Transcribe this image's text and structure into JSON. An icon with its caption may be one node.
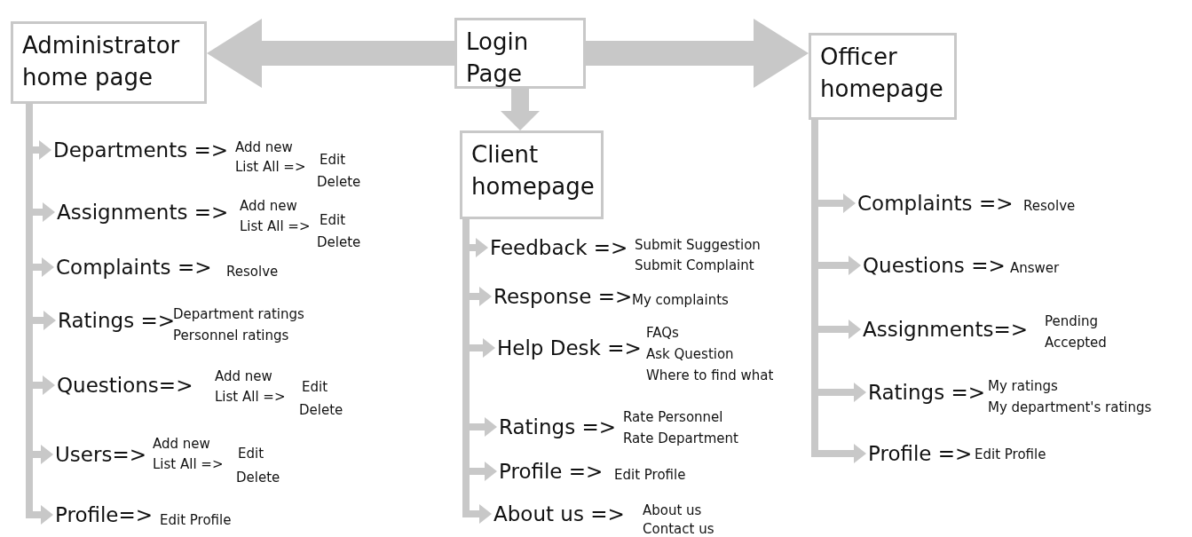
{
  "diagram": {
    "nodes": [
      {
        "text": [
          "Administrator home page"
        ]
      },
      {
        "text": [
          "Login Page"
        ]
      },
      {
        "text": [
          "Officer homepage"
        ]
      },
      {
        "text": [
          "Client homepage"
        ]
      },
      {
        "text": [
          "Departments =>"
        ],
        "beside": [
          "Add new",
          "List All =>",
          "Edit",
          "Delete"
        ]
      },
      {
        "text": [
          "Assignments =>"
        ],
        "beside": [
          "Add new",
          "List All =>",
          "Edit",
          "Delete"
        ]
      },
      {
        "text": [
          "Complaints =>"
        ],
        "beside": [
          "Resolve"
        ]
      },
      {
        "text": [
          "Ratings =>"
        ],
        "beside": [
          "Department ratings",
          "Personnel ratings"
        ]
      },
      {
        "text": [
          "Questions=>"
        ],
        "beside": [
          "Add new",
          "List All =>",
          "Edit",
          "Delete"
        ]
      },
      {
        "text": [
          "Users=>"
        ],
        "beside": [
          "Add new",
          "List All =>",
          "Edit",
          "Delete"
        ]
      },
      {
        "text": [
          "Profile=>"
        ],
        "beside": [
          "Edit Profile"
        ]
      },
      {
        "text": [
          "Feedback =>"
        ],
        "beside": [
          "Submit Suggestion",
          "Submit Complaint"
        ]
      },
      {
        "text": [
          "Response =>"
        ],
        "beside": [
          "My complaints"
        ]
      },
      {
        "text": [
          "Help Desk =>"
        ],
        "beside": [
          "FAQs",
          "Ask Question",
          "Where to find what"
        ]
      },
      {
        "text": [
          "Ratings =>"
        ],
        "beside": [
          "Rate Personnel",
          "Rate Department"
        ]
      },
      {
        "text": [
          "Profile =>"
        ],
        "beside": [
          "Edit Profile"
        ]
      },
      {
        "text": [
          "About us =>"
        ],
        "beside": [
          "About us",
          "Contact us"
        ]
      },
      {
        "text": [
          "Complaints =>"
        ],
        "beside": [
          "Resolve"
        ]
      },
      {
        "text": [
          "Questions =>"
        ],
        "beside": [
          "Answer"
        ]
      },
      {
        "text": [
          "Assignments=>"
        ],
        "beside": [
          "Pending",
          "Accepted"
        ]
      },
      {
        "text": [
          "Ratings =>"
        ],
        "beside": [
          "My ratings",
          "My department's ratings"
        ]
      },
      {
        "text": [
          "Profile =>"
        ],
        "beside": [
          "Edit Profile"
        ]
      }
    ],
    "edges": [
      {
        "from": 1,
        "to": 0,
        "arrow": "to",
        "style": "thick"
      },
      {
        "from": 1,
        "to": 2,
        "arrow": "to",
        "style": "thick"
      },
      {
        "from": 1,
        "to": 3,
        "arrow": "to",
        "style": "thick"
      },
      {
        "from": 0,
        "to": 4,
        "arrow": "to"
      },
      {
        "from": 0,
        "to": 5,
        "arrow": "to"
      },
      {
        "from": 0,
        "to": 6,
        "arrow": "to"
      },
      {
        "from": 0,
        "to": 7,
        "arrow": "to"
      },
      {
        "from": 0,
        "to": 8,
        "arrow": "to"
      },
      {
        "from": 0,
        "to": 9,
        "arrow": "to"
      },
      {
        "from": 0,
        "to": 10,
        "arrow": "to"
      },
      {
        "from": 3,
        "to": 11,
        "arrow": "to"
      },
      {
        "from": 3,
        "to": 12,
        "arrow": "to"
      },
      {
        "from": 3,
        "to": 13,
        "arrow": "to"
      },
      {
        "from": 3,
        "to": 14,
        "arrow": "to"
      },
      {
        "from": 3,
        "to": 15,
        "arrow": "to"
      },
      {
        "from": 3,
        "to": 16,
        "arrow": "to"
      },
      {
        "from": 2,
        "to": 17,
        "arrow": "to"
      },
      {
        "from": 2,
        "to": 18,
        "arrow": "to"
      },
      {
        "from": 2,
        "to": 19,
        "arrow": "to"
      },
      {
        "from": 2,
        "to": 20,
        "arrow": "to"
      },
      {
        "from": 2,
        "to": 21,
        "arrow": "to"
      }
    ]
  }
}
